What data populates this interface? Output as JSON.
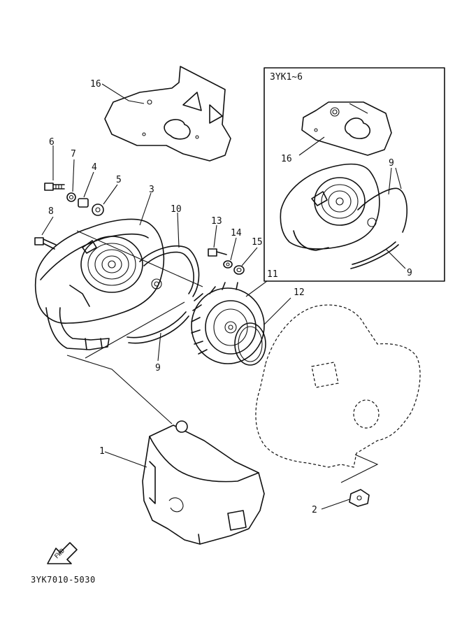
{
  "diagram": {
    "inset_title": "3YK1~6",
    "catalog_code": "3YK7010-5030",
    "fwd_label": "FWD",
    "callouts": {
      "c1": "1",
      "c2": "2",
      "c3": "3",
      "c4": "4",
      "c5": "5",
      "c6": "6",
      "c7": "7",
      "c8": "8",
      "c9a": "9",
      "c9b": "9",
      "c9c": "9",
      "c10": "10",
      "c11": "11",
      "c12": "12",
      "c13": "13",
      "c14": "14",
      "c15": "15",
      "c16a": "16",
      "c16b": "16"
    }
  }
}
